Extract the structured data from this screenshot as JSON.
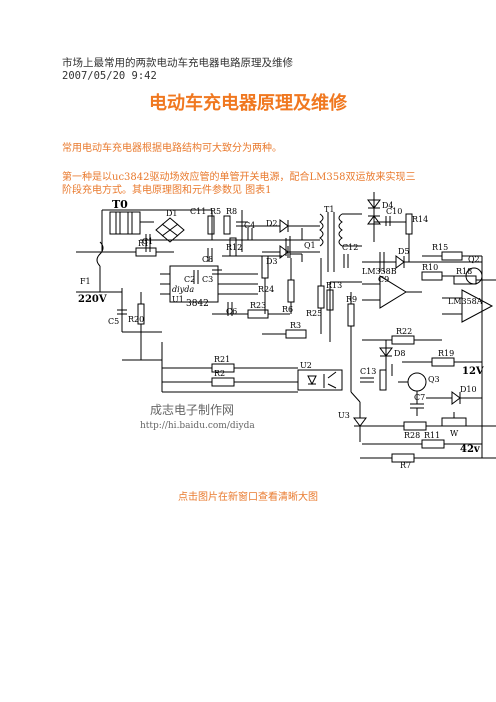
{
  "header": {
    "title": "市场上最常用的两款电动车充电器电路原理及维修",
    "date": "2007/05/20 9:42"
  },
  "main_title": "电动车充电器原理及维修",
  "intro": "常用电动车充电器根据电路结构可大致分为两种。",
  "para1_line1": "第一种是以uc3842驱动场效应管的单管开关电源，配合LM358双运放来实现三",
  "para1_line2": "阶段充电方式。其电原理图和元件参数见 图表1",
  "schematic": {
    "labels": {
      "T0": "T0",
      "D1": "D1",
      "C11": "C11",
      "R5": "R5",
      "R8": "R8",
      "C1": "C1",
      "C4": "C4",
      "D2": "D2",
      "D3": "D3",
      "C8": "C8",
      "R1": "R1",
      "R12": "R12",
      "C2": "C2",
      "C3": "C3",
      "F1": "F1",
      "V220": "220V",
      "C5": "C5",
      "U1": "U1",
      "IC3842": "3842",
      "diyda": "diyda",
      "C6": "C6",
      "R20": "R20",
      "R24": "R24",
      "R6": "R6",
      "R25": "R25",
      "R23": "R23",
      "R3": "R3",
      "R21": "R21",
      "R2": "R2",
      "U2": "U2",
      "U3": "U3",
      "T1": "T1",
      "D4": "D4",
      "C10": "C10",
      "R14": "R14",
      "C12": "C12",
      "Q1": "Q1",
      "D5": "D5",
      "C9": "C9",
      "R15": "R15",
      "Q2": "Q2",
      "R13": "R13",
      "R9": "R9",
      "LM358B": "LM358B",
      "R10": "R10",
      "R18": "R18",
      "LM358A": "LM358A",
      "R22": "R22",
      "D8": "D8",
      "C13": "C13",
      "C7": "C7",
      "R19": "R19",
      "V12": "12V",
      "Q3": "Q3",
      "D10": "D10",
      "R28": "R28",
      "W": "W",
      "R11": "R11",
      "R7": "R7",
      "V42": "42v"
    },
    "watermark_cn": "成志电子制作网",
    "watermark_url": "http://hi.baidu.com/diyda"
  },
  "caption": "点击图片在新窗口查看清晰大图"
}
